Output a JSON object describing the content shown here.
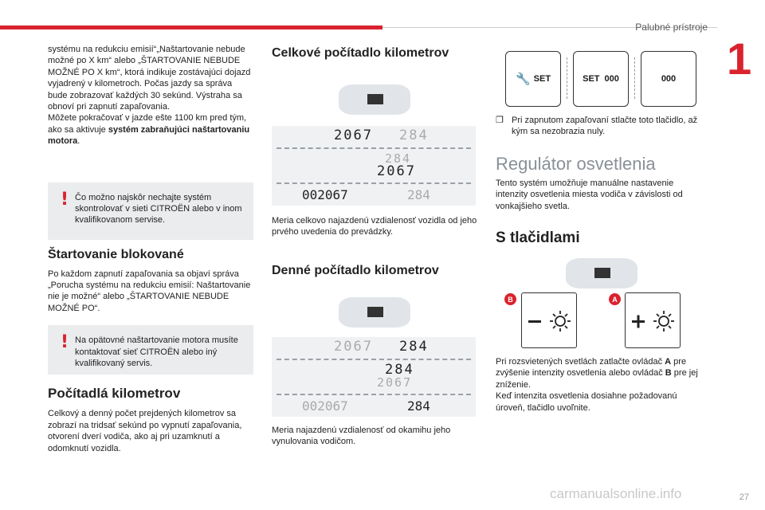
{
  "header": {
    "section": "Palubné prístroje",
    "chapter": "1"
  },
  "col1": {
    "intro": "systému na redukciu emisií“„Naštartovanie nebude možné po X km“ alebo „ŠTARTOVANIE NEBUDE MOŽNÉ PO X km“, ktorá indikuje zostávajúci dojazd vyjadrený v kilometroch. Počas jazdy sa správa bude zobrazovať každých 30 sekúnd. Výstraha sa obnoví pri zapnutí zapaľovania.",
    "intro2_pre": "Môžete pokračovať v jazde ešte 1100 km pred tým, ako sa aktivuje ",
    "intro2_bold": "systém zabraňujúci naštartovaniu motora",
    "intro2_post": ".",
    "alert1": "Čo možno najskôr nechajte systém skontrolovať v sieti CITROËN alebo v inom kvalifikovanom servise.",
    "heading_blocked": "Štartovanie blokované",
    "blocked_text": "Po každom zapnutí zapaľovania sa objaví správa „Porucha systému na redukciu emisií: Naštartovanie nie je možné“ alebo „ŠTARTOVANIE NEBUDE MOŽNÉ PO“.",
    "alert2": "Na opätovné naštartovanie motora musíte kontaktovať sieť CITROËN alebo iný kvalifikovaný servis.",
    "heading_counters": "Počítadlá kilometrov",
    "counters_text": "Celkový a denný počet prejdených kilometrov sa zobrazí na tridsať sekúnd po vypnutí zapaľovania, otvorení dverí vodiča, ako aj pri uzamknutí a odomknutí vozidla."
  },
  "col2": {
    "heading_total": "Celkové počítadlo kilometrov",
    "total_caption": "Meria celkovo najazdenú vzdialenosť vozidla od jeho prvého uvedenia do prevádzky.",
    "heading_daily": "Denné počítadlo kilometrov",
    "daily_caption": "Meria najazdenú vzdialenosť od okamihu jeho vynulovania vodičom.",
    "total_display": {
      "top_left": "2067",
      "top_right": "284",
      "mid_top": "284",
      "mid_bottom": "2067",
      "bottom_left": "002067",
      "bottom_right": "284"
    },
    "daily_display": {
      "top_left": "2067",
      "top_right": "284",
      "mid_top": "284",
      "mid_bottom": "2067",
      "bottom_left": "002067",
      "bottom_right": "284"
    }
  },
  "col3": {
    "keys": {
      "k1": "SET",
      "k2_a": "SET",
      "k2_b": "000",
      "k3": "000"
    },
    "reset_bullet": "Pri zapnutom zapaľovaní stlačte toto tlačidlo, až kým sa nezobrazia nuly.",
    "heading_regulator": "Regulátor osvetlenia",
    "regulator_text": "Tento systém umožňuje manuálne nastavenie intenzity osvetlenia miesta vodiča v závislosti od vonkajšieho svetla.",
    "heading_buttons": "S tlačidlami",
    "badge_b": "B",
    "badge_a": "A",
    "buttons_text_1": "Pri rozsvietených svetlách zatlačte ovládač ",
    "buttons_text_a": "A",
    "buttons_text_2": " pre zvýšenie intenzity osvetlenia alebo ovládač ",
    "buttons_text_b": "B",
    "buttons_text_3": " pre jej zníženie.",
    "buttons_text_4": "Keď intenzita osvetlenia dosiahne požadovanú úroveň, tlačidlo uvoľnite."
  },
  "footer": {
    "page": "27",
    "watermark": "carmanualsonline.info"
  },
  "colors": {
    "accent": "#d9232e",
    "panel": "#eaecee"
  },
  "icons": [
    "wrench-icon",
    "warning-icon",
    "brightness-icon",
    "plus-icon",
    "minus-icon"
  ]
}
